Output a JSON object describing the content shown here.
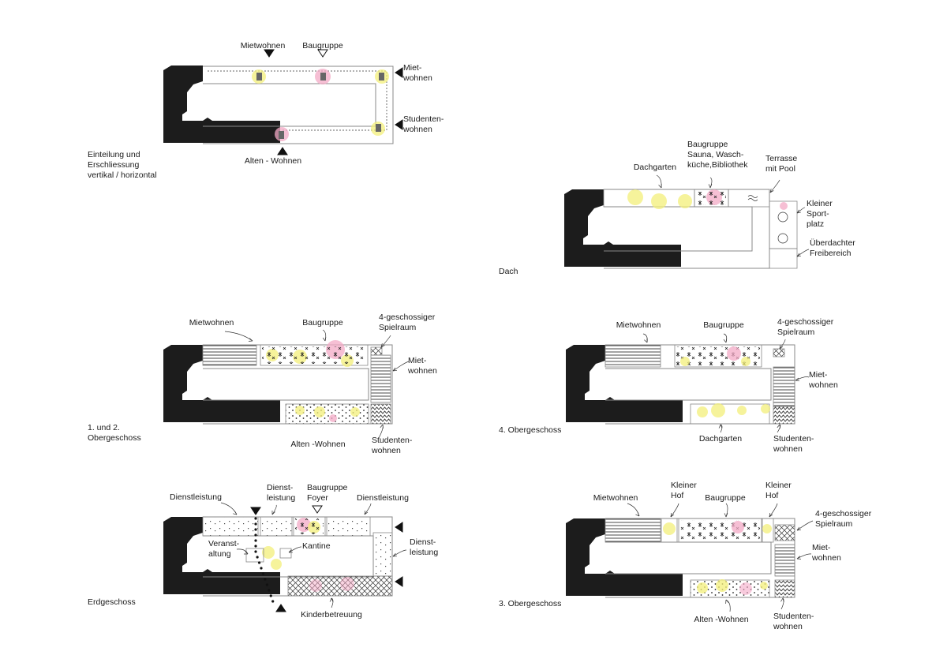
{
  "panels": [
    {
      "id": "erschliessung",
      "caption": "Einteilung und\nErschliessung\nvertikal / horizontal",
      "labels": [
        "Mietwohnen",
        "Baugruppe",
        "Miet-\nwohnen",
        "Studenten-\nwohnen",
        "Alten - Wohnen"
      ]
    },
    {
      "id": "dach",
      "caption": "Dach",
      "labels": [
        "Dachgarten",
        "Baugruppe\nSauna, Wasch-\nküche,Bibliothek",
        "Terrasse\nmit Pool",
        "Kleiner\nSport-\nplatz",
        "Überdachter\nFreibereich"
      ]
    },
    {
      "id": "og12",
      "caption": "1. und 2.\nObergeschoss",
      "labels": [
        "Mietwohnen",
        "Baugruppe",
        "4-geschossiger\nSpielraum",
        "Miet-\nwohnen",
        "Alten -Wohnen",
        "Studenten-\nwohnen"
      ]
    },
    {
      "id": "og4",
      "caption": "4. Obergeschoss",
      "labels": [
        "Mietwohnen",
        "Baugruppe",
        "4-geschossiger\nSpielraum",
        "Miet-\nwohnen",
        "Dachgarten",
        "Studenten-\nwohnen"
      ]
    },
    {
      "id": "eg",
      "caption": "Erdgeschoss",
      "labels": [
        "Dienstleistung",
        "Dienst-\nleistung",
        "Baugruppe\nFoyer",
        "Dienstleistung",
        "Veranst-\naltung",
        "Kantine",
        "Dienst-\nleistung",
        "Kinderbetreuung"
      ]
    },
    {
      "id": "og3",
      "caption": "3. Obergeschoss",
      "labels": [
        "Mietwohnen",
        "Kleiner\nHof",
        "Baugruppe",
        "Kleiner\nHof",
        "4-geschossiger\nSpielraum",
        "Miet-\nwohnen",
        "Alten -Wohnen",
        "Studenten-\nwohnen"
      ]
    }
  ],
  "colors": {
    "ink": "#1a1a1a",
    "existing_building": "#1c1c1c",
    "yellow_wash": "#f3ef7a",
    "pink_wash": "#f3a9c6",
    "outline": "#888888"
  }
}
